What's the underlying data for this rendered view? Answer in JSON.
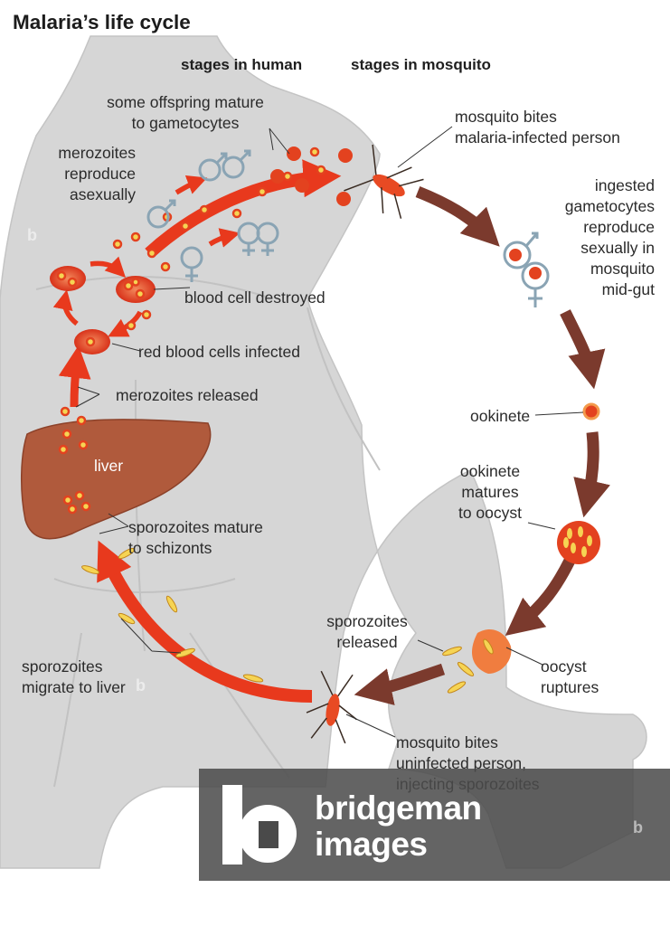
{
  "title": "Malaria’s life cycle",
  "headers": {
    "human": "stages in human",
    "mosquito": "stages in mosquito"
  },
  "labels": {
    "gametocytes": "some offspring mature\nto gametocytes",
    "merozoites_reproduce": "merozoites\nreproduce\nasexually",
    "mosquito_bites_infected": "mosquito bites\nmalaria-infected person",
    "ingested": "ingested\ngametocytes\nreproduce\nsexually in\nmosquito\nmid-gut",
    "blood_cell_destroyed": "blood cell destroyed",
    "red_blood_cells_infected": "red blood cells infected",
    "merozoites_released": "merozoites released",
    "ookinete": "ookinete",
    "liver": "liver",
    "ookinete_matures": "ookinete\nmatures\nto oocyst",
    "sporozoites_mature": "sporozoites mature\nto schizonts",
    "sporozoites_released": "sporozoites\nreleased",
    "oocyst_ruptures": "oocyst\nruptures",
    "sporozoites_migrate": "sporozoites\nmigrate to liver",
    "mosquito_bites_uninfected": "mosquito bites\nuninfected person,\ninjecting sporozoites"
  },
  "watermark": {
    "text": "bridgeman\nimages",
    "logo_letter": "b",
    "small_mark": "b"
  },
  "colors": {
    "human_arrow": "#e8391d",
    "mosquito_arrow": "#7b3a2d",
    "body": "#d4d4d4",
    "liver": "#b05a3c",
    "symbol": "#8aa4b4",
    "cell": "#e3421f",
    "parasite": "#f6d453"
  },
  "icons": [
    "male-symbol-icon",
    "female-symbol-icon",
    "mosquito-icon",
    "bridgeman-logo-icon"
  ]
}
